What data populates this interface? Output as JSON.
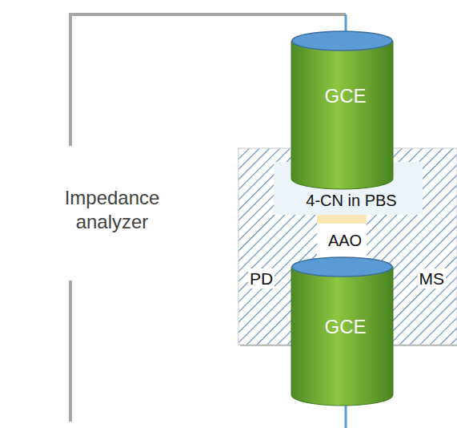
{
  "diagram": {
    "nodes": [
      {
        "text": [
          "GCE"
        ]
      },
      {
        "text": [
          "PD",
          "MS"
        ]
      },
      {
        "text": [
          "4-CN in PBS"
        ],
        "in": 1
      },
      {
        "text": [
          "AAO"
        ],
        "in": 1
      },
      {
        "text": [
          "GCE"
        ]
      }
    ],
    "labels": [
      "Impedance analyzer"
    ]
  }
}
